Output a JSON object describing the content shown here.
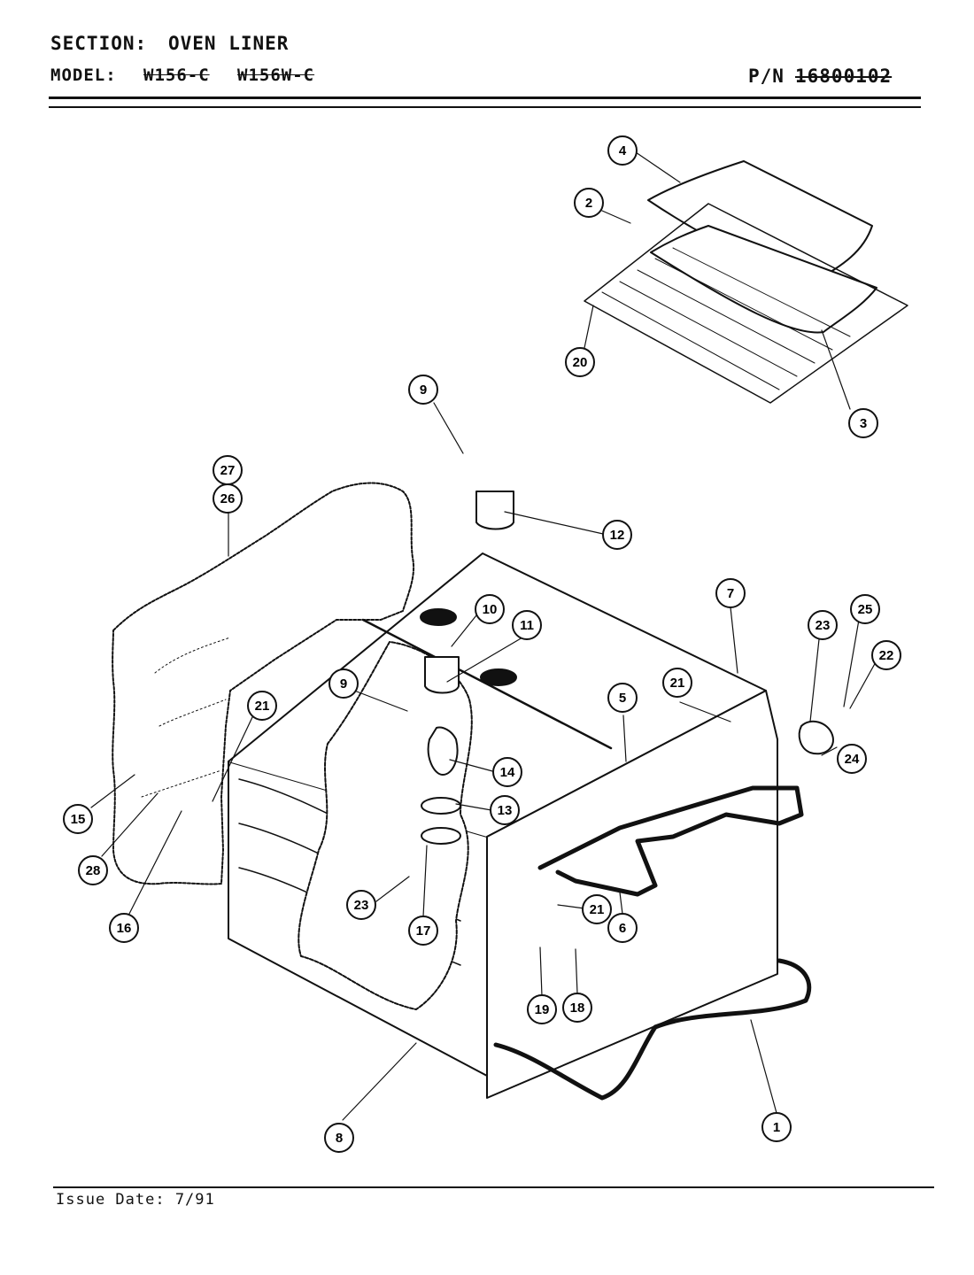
{
  "header": {
    "section_label": "SECTION:",
    "section_value": "OVEN LINER",
    "model_label": "MODEL:",
    "model_values": [
      "W156-C",
      "W156W-C"
    ],
    "pn_label": "P/N",
    "pn_value": "16800102"
  },
  "footer": {
    "issue_date": "Issue Date: 7/91"
  },
  "callouts": [
    "1",
    "2",
    "3",
    "4",
    "5",
    "6",
    "7",
    "8",
    "9",
    "9",
    "10",
    "11",
    "12",
    "13",
    "14",
    "15",
    "16",
    "17",
    "18",
    "19",
    "20",
    "21",
    "21",
    "21",
    "21",
    "22",
    "23",
    "23",
    "24",
    "25",
    "26",
    "27",
    "28"
  ]
}
